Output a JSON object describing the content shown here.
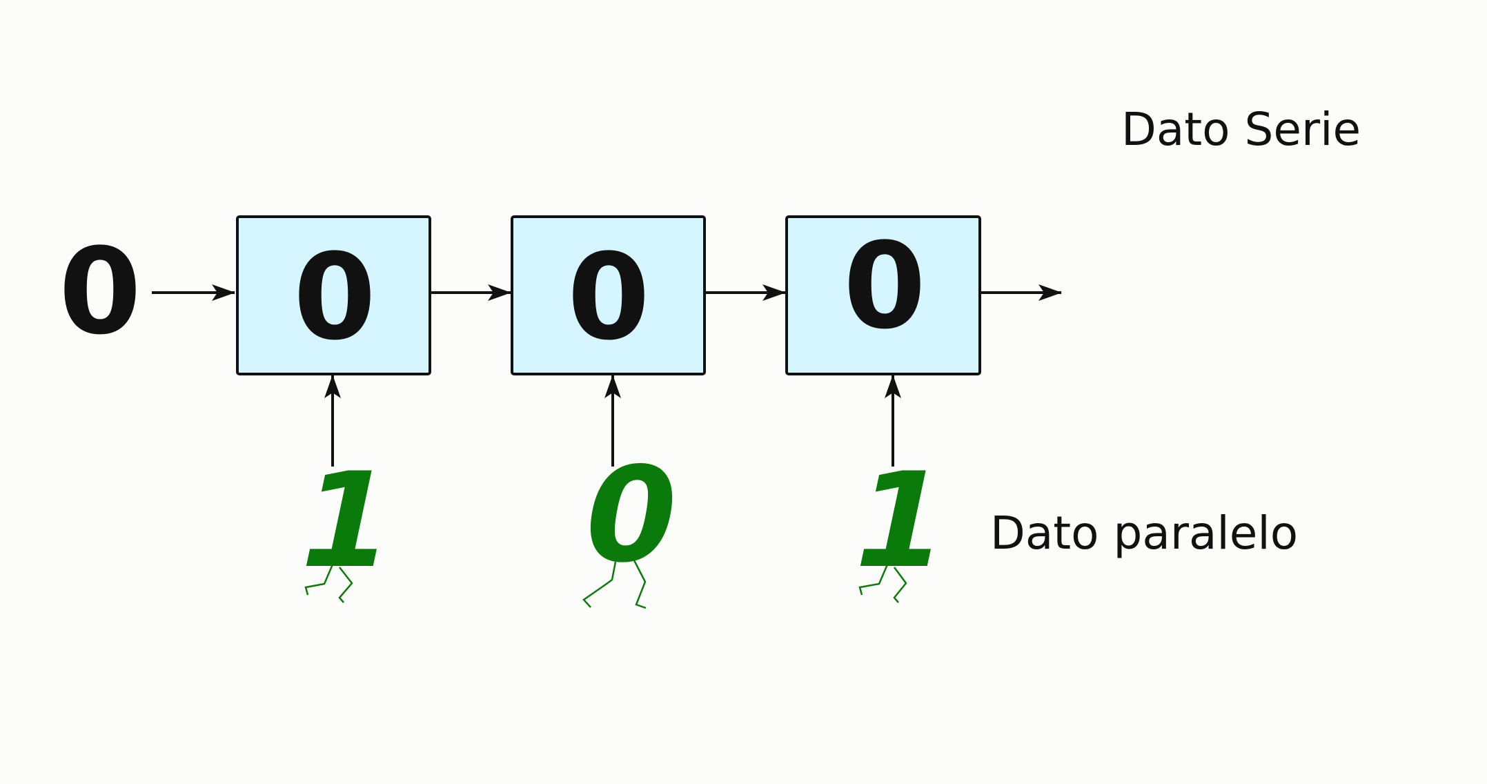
{
  "labels": {
    "serial": "Dato Serie",
    "parallel": "Dato paralelo"
  },
  "serial_input": "0",
  "registers": [
    "0",
    "0",
    "0"
  ],
  "parallel_inputs": [
    "1",
    "0",
    "1"
  ],
  "colors": {
    "register_fill": "#d5f6fe",
    "stroke": "#111111",
    "digit": "#111111",
    "parallel_digit": "#0a7a0a"
  }
}
